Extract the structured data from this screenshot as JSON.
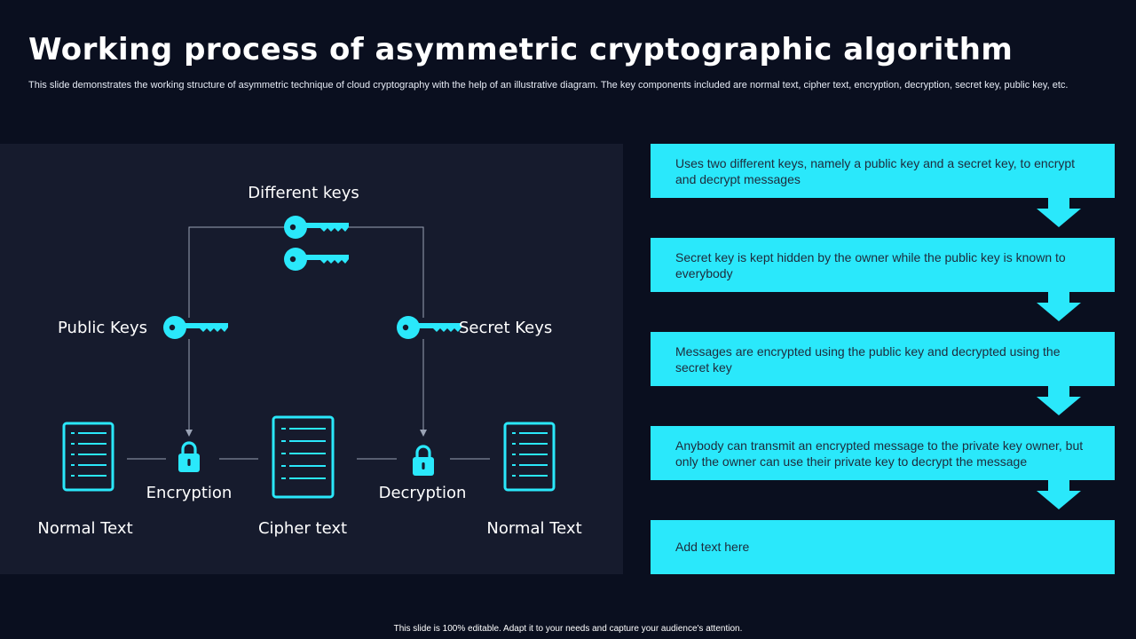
{
  "header": {
    "title": "Working process of asymmetric cryptographic algorithm",
    "subtitle": "This slide demonstrates the working structure of asymmetric technique of cloud cryptography with the help of an illustrative diagram. The key components included are normal text, cipher text,  encryption, decryption, secret key, public key, etc."
  },
  "diagram": {
    "different_keys": "Different keys",
    "public_keys": "Public Keys",
    "secret_keys": "Secret Keys",
    "encryption": "Encryption",
    "decryption": "Decryption",
    "normal_text_left": "Normal Text",
    "cipher_text": "Cipher text",
    "normal_text_right": "Normal Text"
  },
  "steps": [
    {
      "text": "Uses two different keys, namely a public key and a secret key, to encrypt and decrypt messages"
    },
    {
      "text": "Secret key is kept hidden  by the owner while the public key is known to everybody"
    },
    {
      "text": "Messages are encrypted using the public key and decrypted using the secret key"
    },
    {
      "text": "Anybody  can transmit an encrypted message to the private key owner, but only the owner can use their private key to decrypt the message"
    },
    {
      "text": "Add text here"
    }
  ],
  "footer": {
    "note": "This slide is 100% editable.  Adapt it to your needs and capture your audience's attention."
  },
  "colors": {
    "background": "#0a0f1f",
    "panel": "#161b2d",
    "accent": "#2ae8fb",
    "step_text": "#1d2b3c"
  }
}
